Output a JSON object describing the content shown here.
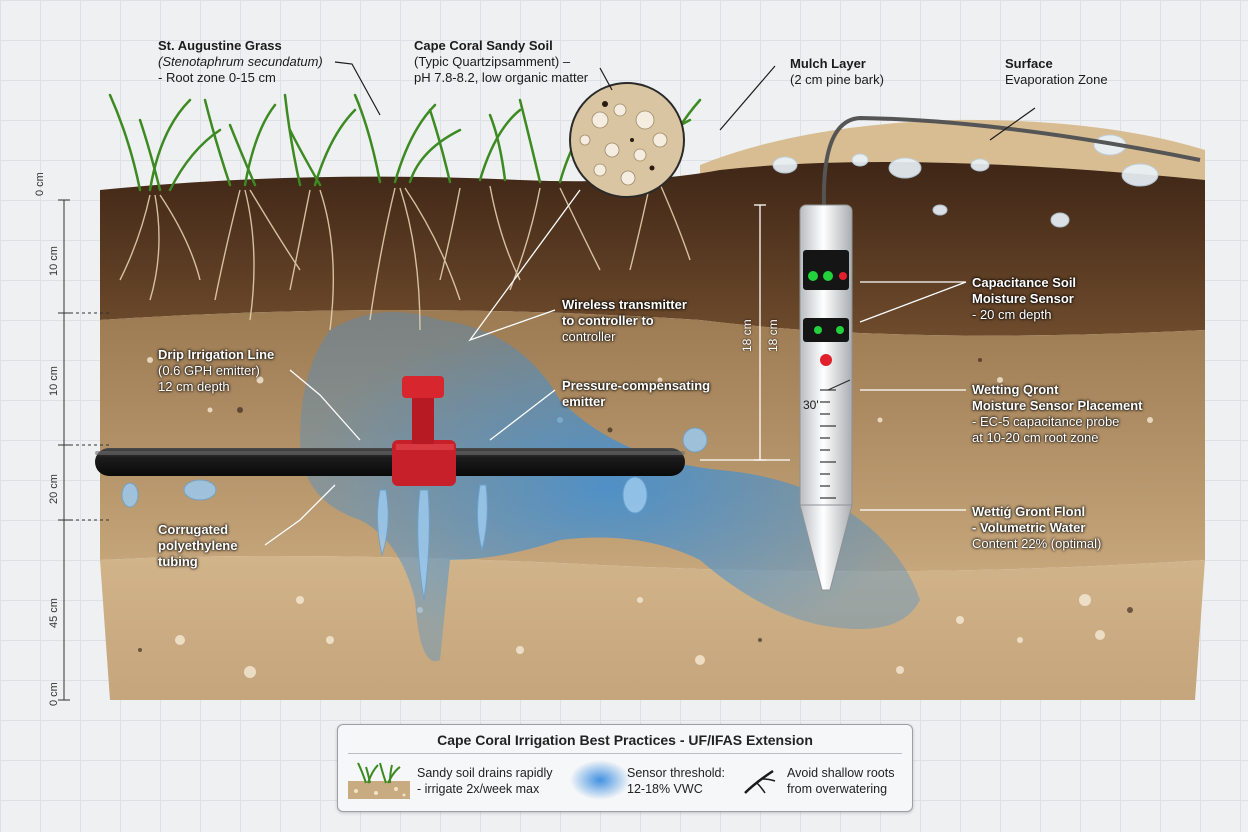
{
  "labels": {
    "grass": {
      "title": "St. Augustine Grass",
      "species": "(Stenotaphrum secundatum)",
      "detail": "- Root zone 0-15 cm"
    },
    "soil": {
      "title": "Cape Coral Sandy Soil",
      "line1": "(Typic Quartzipsamment) –",
      "line2": "pH 7.8-8.2, low organic matter"
    },
    "mulch": {
      "title": "Mulch Layer",
      "detail": "(2 cm pine bark)"
    },
    "surface": {
      "title": "Surface",
      "detail": "Evaporation Zone"
    },
    "wireless": {
      "line1": "Wireless transmitter",
      "line2": "to controller to",
      "line3": "controller"
    },
    "drip": {
      "title": "Drip Irrigation Line",
      "line1": "(0.6 GPH emitter)",
      "line2": "12 cm depth"
    },
    "emitter": {
      "line1": "Pressure-compensating",
      "line2": "emitter"
    },
    "tubing": {
      "line1": "Corrugated",
      "line2": "polyethylene",
      "line3": "tubing"
    },
    "capacitance": {
      "line1": "Capacitance Soil",
      "line2": "Moisture Sensor",
      "line3": "- 20 cm depth"
    },
    "placement": {
      "line1": "Wetting Qront",
      "line2": "Moisture Sensor Placement",
      "line3": "- EC-5 capacitance probe",
      "line4": "at 10-20 cm root zone"
    },
    "front": {
      "line1": "Wettiǵ Gront Flonl",
      "line2": "- Volumetric Water",
      "line3": "Content 22% (optimal)"
    }
  },
  "depth_ticks": [
    "0 cm",
    "10 cm",
    "10 cm",
    "20 cm",
    "45 cm",
    "0 cm"
  ],
  "probe": {
    "dim_left": "18 cm",
    "dim_right": "18 cm",
    "angle": "30'"
  },
  "legend": {
    "title": "Cape Coral Irrigation Best Practices - UF/IFAS Extension",
    "items": [
      {
        "line1": "Sandy soil drains rapidly",
        "line2": "- irrigate 2x/week max",
        "icon": "grass-soil-icon"
      },
      {
        "line1": "Sensor threshold:",
        "line2": "12-18% VWC",
        "icon": "water-blob-icon"
      },
      {
        "line1": "Avoid shallow roots",
        "line2": "from overwatering",
        "icon": "root-icon"
      }
    ]
  },
  "colors": {
    "water": "#3d8fd6",
    "tube": "#1e1e1e",
    "emitter": "#c8202a",
    "topsoil": "#5a3b22",
    "sand": "#c9ab82",
    "led_green": "#22d13c",
    "led_red": "#e0202a"
  }
}
